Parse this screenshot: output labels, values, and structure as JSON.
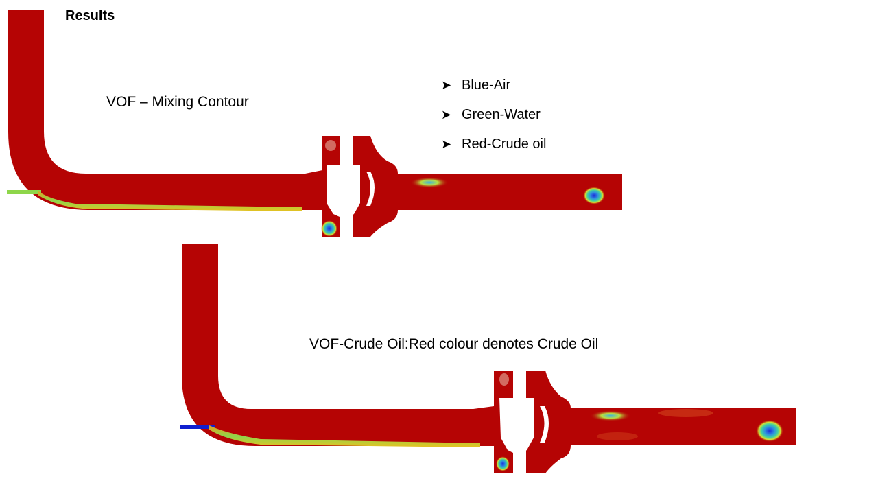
{
  "slide": {
    "title": "Results",
    "figure1": {
      "caption": "VOF – Mixing Contour"
    },
    "figure2": {
      "caption": "VOF-Crude Oil:Red colour denotes Crude Oil"
    },
    "legend": {
      "bullet_icon": "arrow-bullet-icon",
      "items": [
        {
          "label": "Blue-Air",
          "color": "#1c2ad8"
        },
        {
          "label": "Green-Water",
          "color": "#8ed64a"
        },
        {
          "label": "Red-Crude oil",
          "color": "#b50404"
        }
      ]
    },
    "colors": {
      "crude_oil": "#b50404",
      "water": "#8ed64a",
      "air": "#1c2ad8"
    }
  }
}
